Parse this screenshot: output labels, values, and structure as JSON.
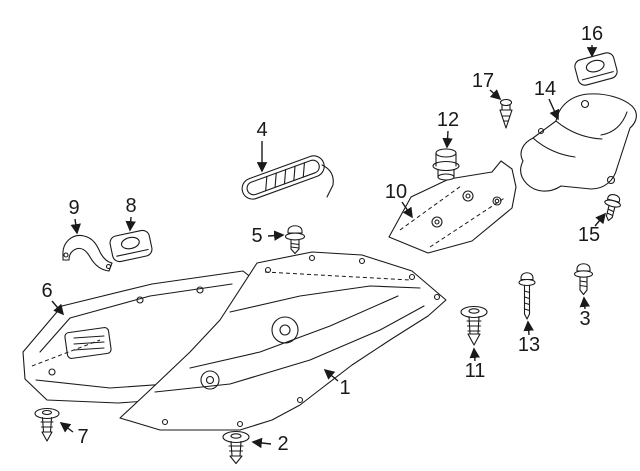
{
  "page": {
    "background_color": "#ffffff",
    "line_color": "#1a1a1a"
  },
  "diagram": {
    "kind": "exploded-parts-line-diagram",
    "callouts": [
      {
        "number": "1",
        "part": "underbody-panel-center"
      },
      {
        "number": "2",
        "part": "push-rivet"
      },
      {
        "number": "3",
        "part": "bolt"
      },
      {
        "number": "4",
        "part": "sill-strip"
      },
      {
        "number": "5",
        "part": "bolt"
      },
      {
        "number": "6",
        "part": "underbody-panel-left"
      },
      {
        "number": "7",
        "part": "push-rivet"
      },
      {
        "number": "8",
        "part": "u-clip-nut"
      },
      {
        "number": "9",
        "part": "support-bracket"
      },
      {
        "number": "10",
        "part": "splash-shield"
      },
      {
        "number": "11",
        "part": "push-rivet"
      },
      {
        "number": "12",
        "part": "grommet-nut"
      },
      {
        "number": "13",
        "part": "screw"
      },
      {
        "number": "14",
        "part": "heat-shield"
      },
      {
        "number": "15",
        "part": "screw"
      },
      {
        "number": "16",
        "part": "u-clip-nut"
      },
      {
        "number": "17",
        "part": "push-pin"
      }
    ]
  }
}
